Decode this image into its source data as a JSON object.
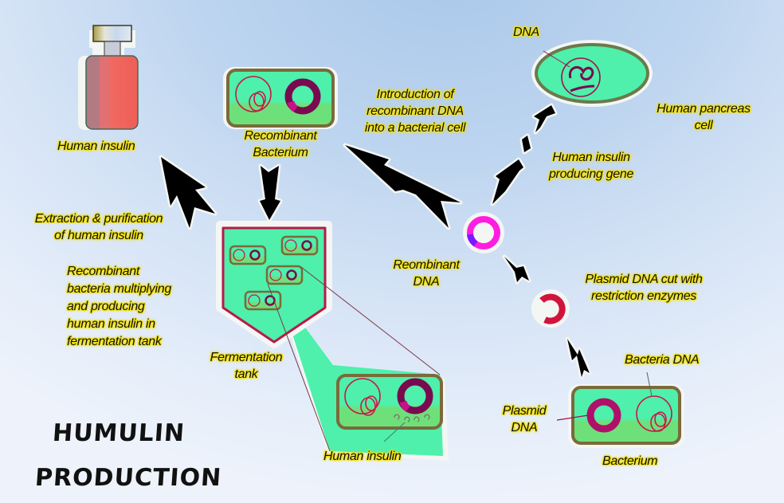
{
  "title": {
    "line1": "HUMULIN",
    "line2": "PRODUCTION"
  },
  "colors": {
    "cell_fill": "#4ef0ac",
    "cell_border": "#7a6a3a",
    "tank_border": "#b81a4a",
    "plasmid": "#a0105a",
    "recombinant_plasmid": "#ff1ee0",
    "inserted_gene": "#7a18ff",
    "cut_plasmid": "#d0143c",
    "vial": "#f06860",
    "label_glow": "#f2e21a",
    "arrow": "#000000"
  },
  "labels": {
    "human_insulin_vial": "Human insulin",
    "recombinant_bacterium": "Recombinant\nBacterium",
    "introduction": "Introduction of\nrecombinant DNA\ninto a bacterial cell",
    "dna": "DNA",
    "pancreas_cell": "Human pancreas\ncell",
    "insulin_gene": "Human insulin\nproducing gene",
    "extraction": "Extraction & purification\nof human insulin",
    "multiplying": "Recombinant\nbacteria multiplying\nand producing\nhuman insulin in\nfermentation tank",
    "recombinant_dna": "Reombinant\nDNA",
    "plasmid_cut": "Plasmid DNA cut with\nrestriction enzymes",
    "fermentation_tank": "Fermentation\ntank",
    "human_insulin_tank": "Human insulin",
    "bacteria_dna": "Bacteria DNA",
    "plasmid_dna": "Plasmid\nDNA",
    "bacterium": "Bacterium"
  },
  "icons": [
    "insulin-vial-icon",
    "recombinant-bacterium-icon",
    "pancreas-cell-icon",
    "fermentation-tank-icon",
    "recombinant-plasmid-icon",
    "cut-plasmid-icon",
    "bacterium-icon",
    "arrow-icon"
  ]
}
